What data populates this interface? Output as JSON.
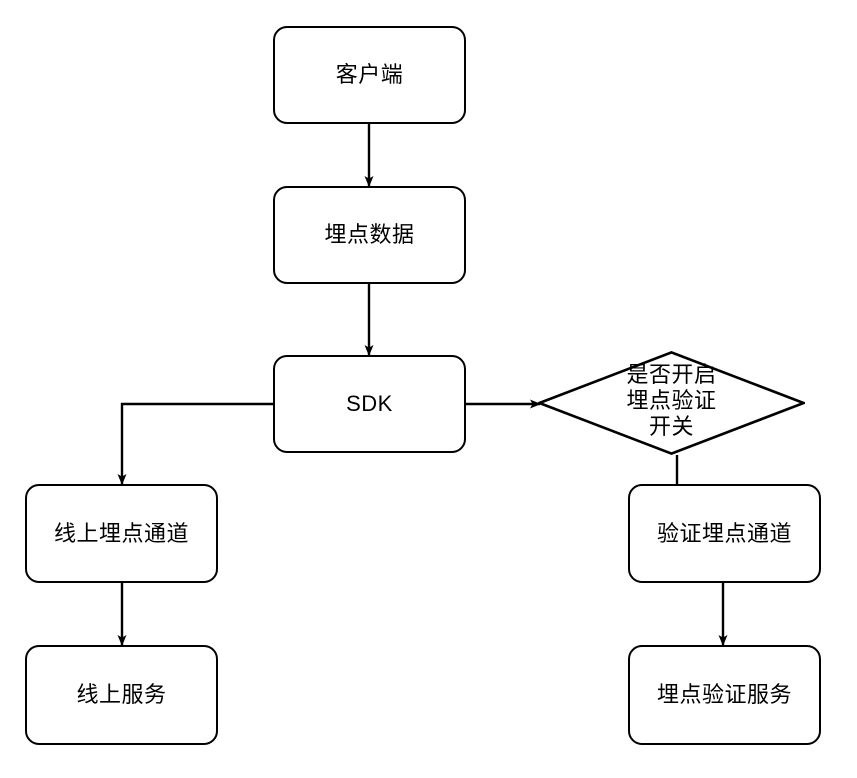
{
  "diagram": {
    "title": "",
    "type": "flowchart",
    "background_color": "#ffffff",
    "stroke_color": "#000000",
    "text_color": "#000000",
    "nodes": [
      {
        "id": "client",
        "label": "客户端",
        "shape": "rounded-rectangle"
      },
      {
        "id": "tracking-data",
        "label": "埋点数据",
        "shape": "rounded-rectangle"
      },
      {
        "id": "sdk",
        "label": "SDK",
        "shape": "rounded-rectangle"
      },
      {
        "id": "verify-switch",
        "label": "是否开启\n埋点验证\n开关",
        "shape": "diamond"
      },
      {
        "id": "online-channel",
        "label": "线上埋点通道",
        "shape": "rounded-rectangle"
      },
      {
        "id": "online-service",
        "label": "线上服务",
        "shape": "rounded-rectangle"
      },
      {
        "id": "verify-channel",
        "label": "验证埋点通道",
        "shape": "rounded-rectangle"
      },
      {
        "id": "verify-service",
        "label": "埋点验证服务",
        "shape": "rounded-rectangle"
      }
    ],
    "edges": [
      {
        "from": "client",
        "to": "tracking-data",
        "label": "",
        "arrow": true
      },
      {
        "from": "tracking-data",
        "to": "sdk",
        "label": "",
        "arrow": true
      },
      {
        "from": "sdk",
        "to": "online-channel",
        "label": "",
        "arrow": true
      },
      {
        "from": "sdk",
        "to": "verify-switch",
        "label": "",
        "arrow": true
      },
      {
        "from": "verify-switch",
        "to": "verify-channel",
        "label": "",
        "arrow": false
      },
      {
        "from": "online-channel",
        "to": "online-service",
        "label": "",
        "arrow": true
      },
      {
        "from": "verify-channel",
        "to": "verify-service",
        "label": "",
        "arrow": true
      }
    ]
  }
}
